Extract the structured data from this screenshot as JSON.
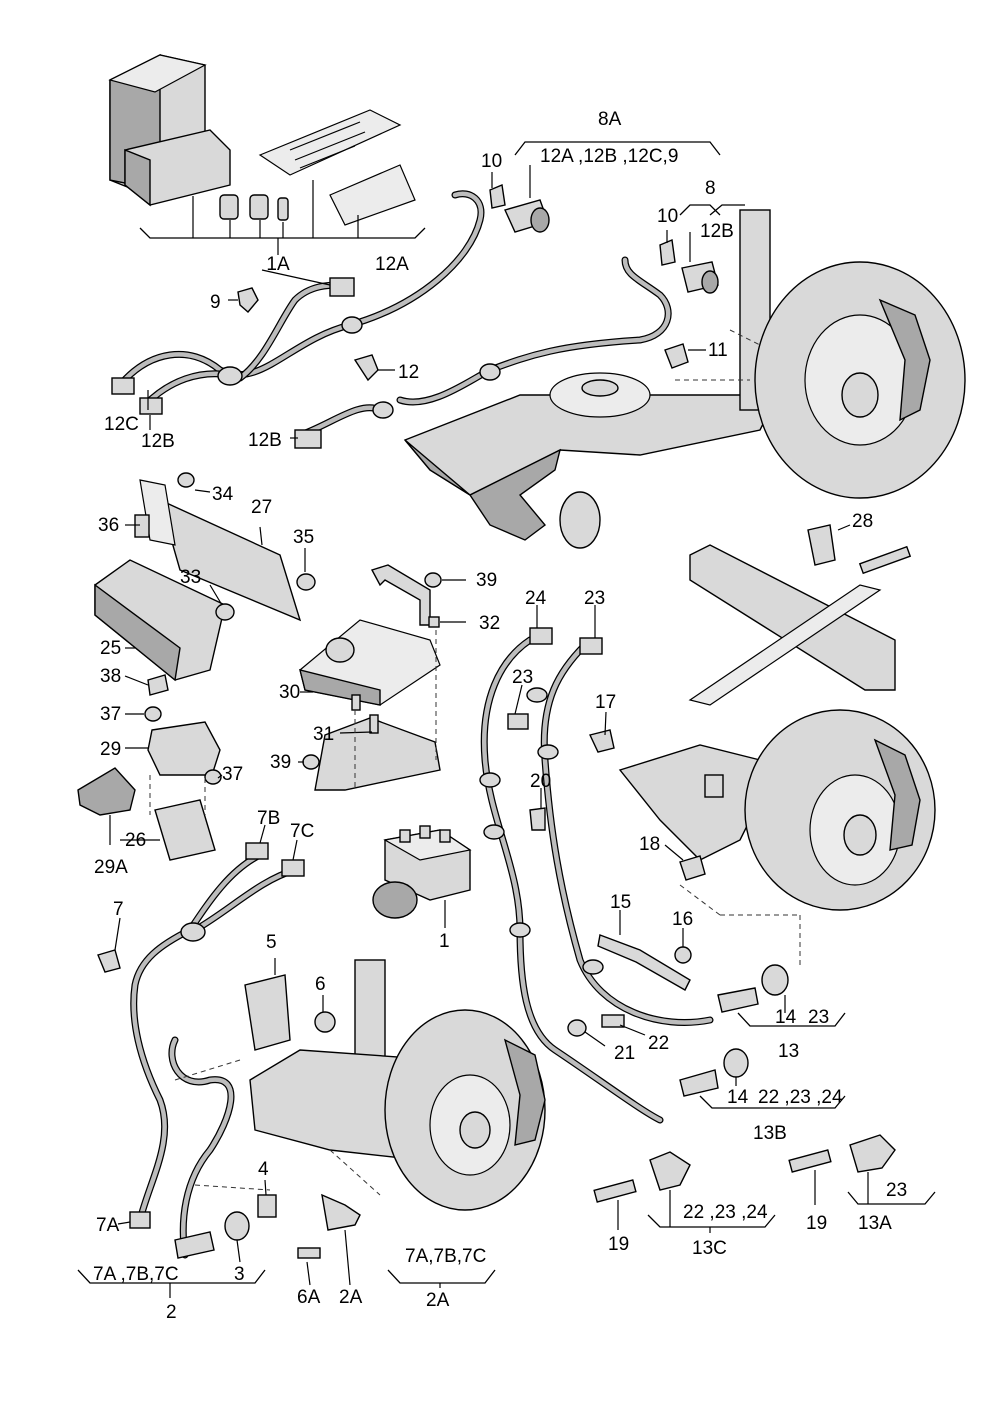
{
  "labels": {
    "l1A": "1A",
    "l12A_top": "12A",
    "l9": "9",
    "l12C_left": "12C",
    "l12B_left": "12B",
    "l8A": "8A",
    "l8A_group": "12A ,12B ,12C,9",
    "l10a": "10",
    "l8": "8",
    "l10b": "10",
    "l12B_right": "12B",
    "l11": "11",
    "l12": "12",
    "l12B_mid": "12B",
    "l34": "34",
    "l27": "27",
    "l36": "36",
    "l35": "35",
    "l33": "33",
    "l25": "25",
    "l38": "38",
    "l39a": "39",
    "l32": "32",
    "l30": "30",
    "l31": "31",
    "l39b": "39",
    "l37a": "37",
    "l29": "29",
    "l37b": "37",
    "l26": "26",
    "l29A": "29A",
    "l28": "28",
    "l24": "24",
    "l23a": "23",
    "l23b": "23",
    "l17": "17",
    "l20": "20",
    "l18": "18",
    "l7B": "7B",
    "l7C": "7C",
    "l7": "7",
    "l1": "1",
    "l15": "15",
    "l16": "16",
    "l5": "5",
    "l6": "6",
    "l21": "21",
    "l22": "22",
    "l14a": "14",
    "l23c": "23",
    "l13": "13",
    "l14b": "14",
    "l13B_group": "22 ,23 ,24",
    "l13B": "13B",
    "l4": "4",
    "l7A": "7A",
    "l2_group": "7A ,7B,7C",
    "l3": "3",
    "l2": "2",
    "l6A": "6A",
    "l2A": "2A",
    "l2A_group": "7A,7B,7C",
    "l2A_b": "2A",
    "l19a": "19",
    "l13C_group": "22 ,23 ,24",
    "l13C": "13C",
    "l19b": "19",
    "l23d": "23",
    "l13A": "13A"
  }
}
